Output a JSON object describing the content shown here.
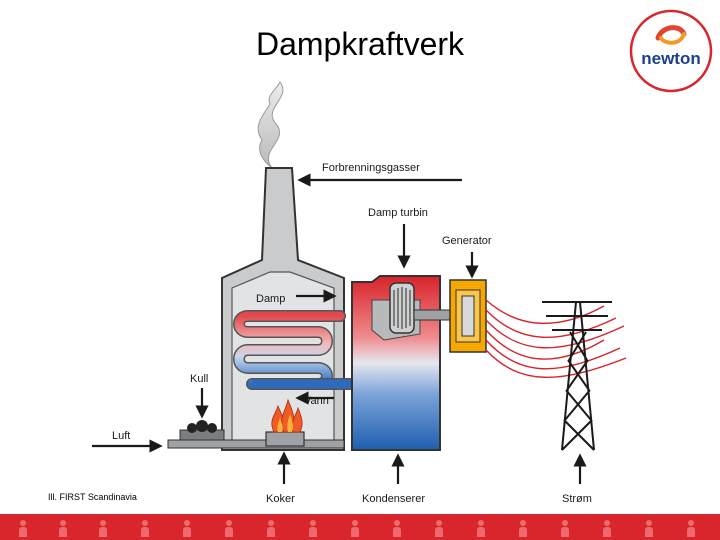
{
  "slide": {
    "title": "Dampkraftverk",
    "credit": "Ill. FIRST Scandinavia"
  },
  "logo": {
    "text": "newton"
  },
  "diagram": {
    "labels": {
      "exhaust": "Forbrenningsgasser",
      "turbine": "Damp turbin",
      "generator": "Generator",
      "steam": "Damp",
      "coal": "Kull",
      "water": "Vann",
      "air": "Luft",
      "boiler": "Koker",
      "condenser": "Kondenserer",
      "power": "Strøm"
    },
    "colors": {
      "building": "#c9cbcd",
      "steam_red": "#d8232a",
      "water_blue": "#1f5fb0",
      "generator": "#f6a800",
      "flame": "#f15a24",
      "footer": "#d8262c"
    }
  }
}
